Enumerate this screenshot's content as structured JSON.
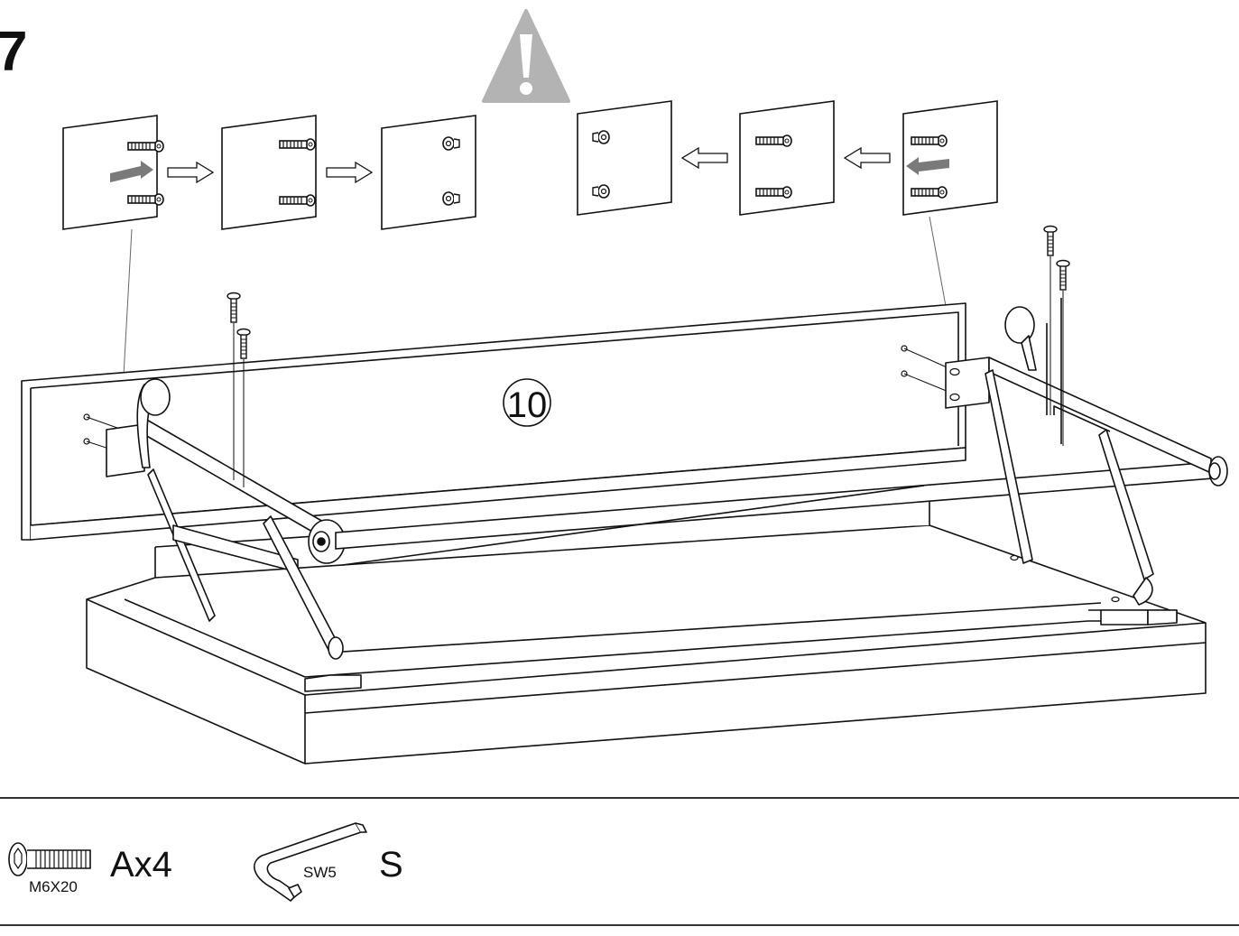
{
  "step": {
    "number": "7"
  },
  "warning": {
    "icon": "warning-triangle-icon",
    "color": "#b3b3b3"
  },
  "part": {
    "label": "10"
  },
  "hardware": [
    {
      "icon": "bolt-icon",
      "size": "M6X20",
      "quantity": "Ax4"
    },
    {
      "icon": "allen-key-icon",
      "size": "SW5",
      "quantity": "S"
    }
  ],
  "colors": {
    "line": "#111111",
    "arrow_fill": "#7a7a7a"
  }
}
